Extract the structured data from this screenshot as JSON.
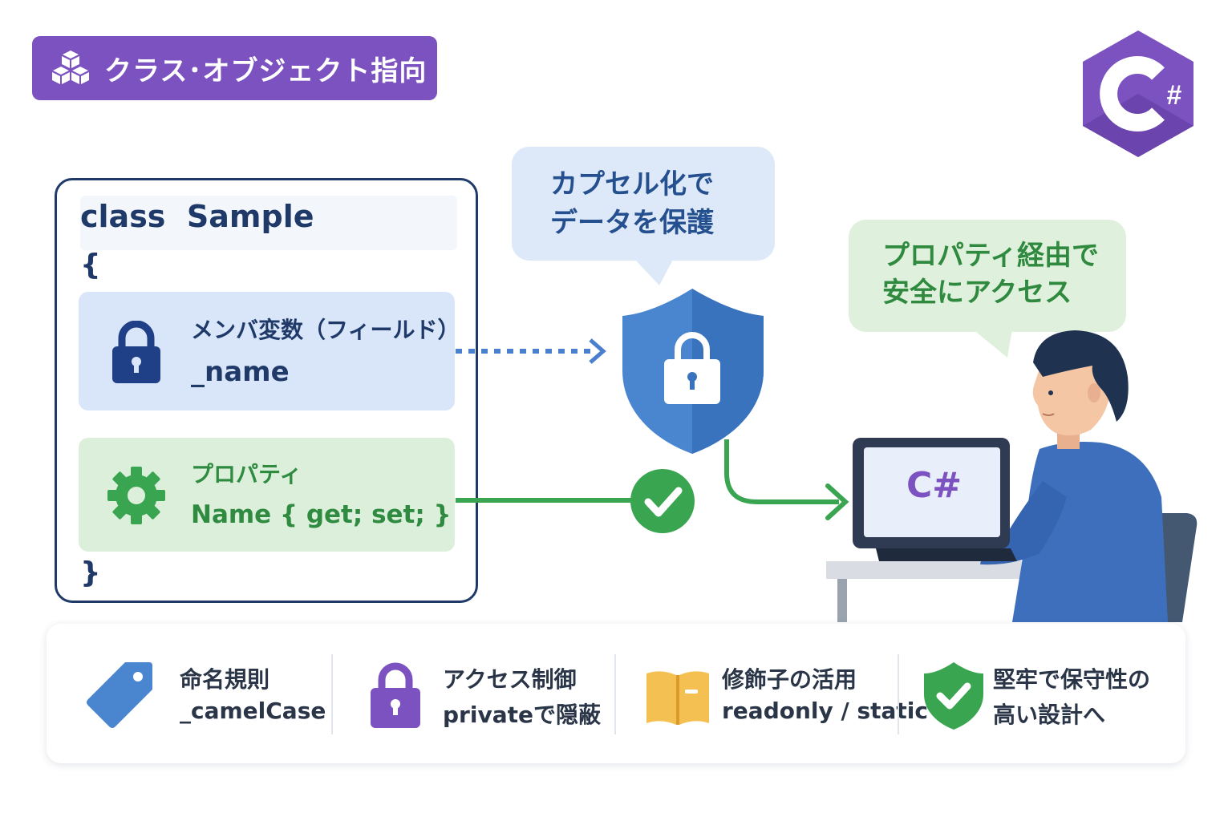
{
  "header": {
    "badge_icon": "cubes-icon",
    "title": "クラス･オブジェクト指向"
  },
  "logo": {
    "text": "C",
    "hash": "#",
    "color": "#7b52c0"
  },
  "class_card": {
    "keyword": "class",
    "name": "Sample",
    "open_brace": "{",
    "close_brace": "}",
    "field": {
      "icon": "lock-icon",
      "label": "メンバ変数（フィールド）",
      "name": "_name"
    },
    "property": {
      "icon": "gear-icon",
      "label": "プロパティ",
      "code": "Name { get; set; }"
    }
  },
  "bubbles": {
    "encapsulation": [
      "カプセル化で",
      "データを保護"
    ],
    "access": [
      "プロパティ経由で",
      "安全にアクセス"
    ]
  },
  "laptop": {
    "screen_text": "C#"
  },
  "features": [
    {
      "icon": "tag-icon",
      "line1": "命名規則",
      "line2": "_camelCase"
    },
    {
      "icon": "lock-icon",
      "line1": "アクセス制御",
      "line2": "privateで隠蔽"
    },
    {
      "icon": "book-icon",
      "line1": "修飾子の活用",
      "line2": "readonly / static"
    },
    {
      "icon": "shield-check-icon",
      "line1": "堅牢で保守性の",
      "line2": "高い設計へ"
    }
  ],
  "colors": {
    "purple": "#7b52c0",
    "navy": "#1f3a68",
    "blue": "#3f7fd0",
    "green": "#3aa551",
    "yellow": "#f4c051"
  }
}
